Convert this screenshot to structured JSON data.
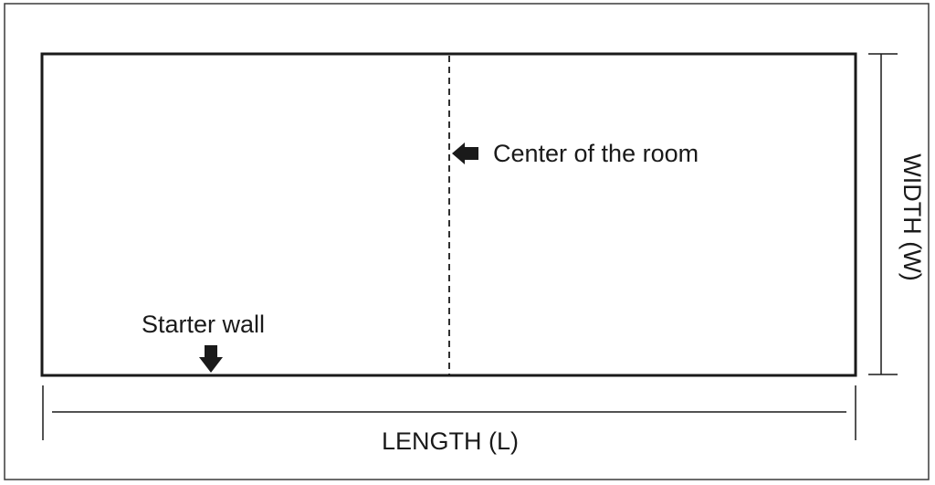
{
  "labels": {
    "center": "Center of the room",
    "starter": "Starter wall",
    "width": "WIDTH (W)",
    "length": "LENGTH (L)"
  },
  "icons": {
    "center_arrow": "arrow-left-icon",
    "starter_arrow": "arrow-down-icon"
  },
  "colors": {
    "ink": "#1a1a1a",
    "frame": "#3a3a3a",
    "background": "#ffffff"
  }
}
